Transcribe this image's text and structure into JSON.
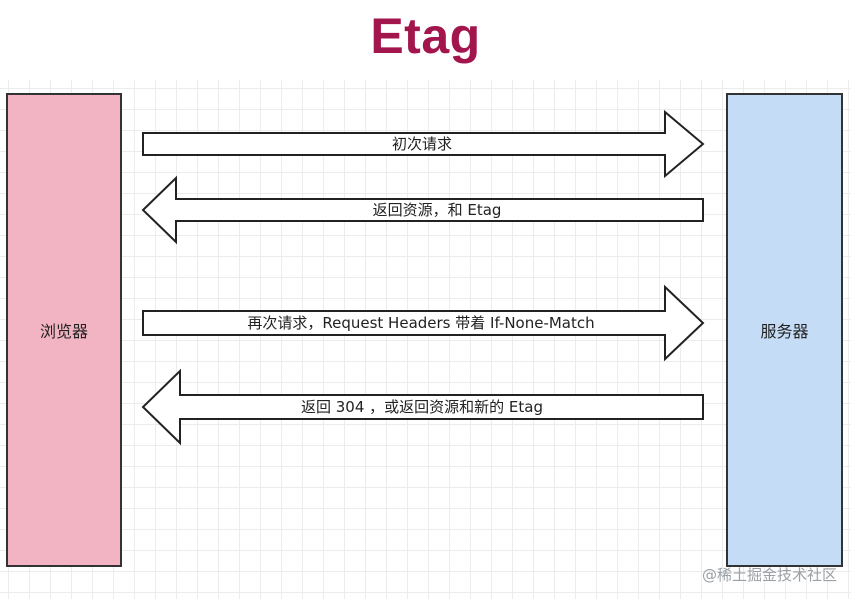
{
  "diagram": {
    "title": "Etag",
    "participants": {
      "browser": "浏览器",
      "server": "服务器"
    },
    "messages": [
      {
        "from": "browser",
        "to": "server",
        "label": "初次请求"
      },
      {
        "from": "server",
        "to": "browser",
        "label": "返回资源，和 Etag"
      },
      {
        "from": "browser",
        "to": "server",
        "label": "再次请求，Request Headers 带着 If-None-Match"
      },
      {
        "from": "server",
        "to": "browser",
        "label": "返回 304 ，或返回资源和新的 Etag"
      }
    ],
    "colors": {
      "title": "#a3154d",
      "browser_box": "#f2b3c2",
      "server_box": "#c5dcf6",
      "outline": "#333333"
    }
  },
  "watermark": "@稀土掘金技术社区"
}
